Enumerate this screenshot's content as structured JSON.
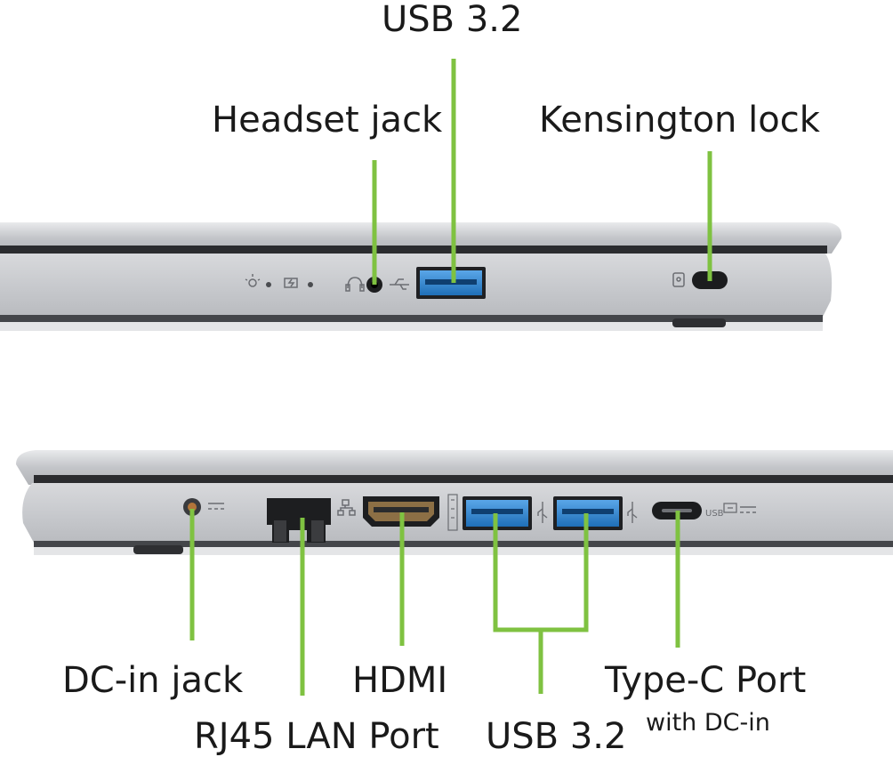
{
  "top_view": {
    "callouts": {
      "usb": "USB 3.2",
      "headset": "Headset jack",
      "kensington": "Kensington lock"
    }
  },
  "bottom_view": {
    "callouts": {
      "dc_in": "DC-in jack",
      "rj45": "RJ45 LAN Port",
      "hdmi": "HDMI",
      "usb": "USB 3.2",
      "type_c": "Type-C Port",
      "type_c_sub": "with DC-in"
    },
    "port_markings": {
      "usb_c_logo": "USB"
    }
  },
  "colors": {
    "callout_line": "#7fc241",
    "usb_blue": "#2f86d6",
    "chassis": "#c9cbcf",
    "text": "#1a1a1a"
  },
  "icons": [
    "led-light-icon",
    "battery-charge-icon",
    "headset-icon",
    "usb-trident-icon",
    "kensington-lock-icon",
    "dc-power-icon",
    "network-icon",
    "hdmi-logo-icon",
    "usb-c-logo-icon",
    "displayport-icon"
  ]
}
